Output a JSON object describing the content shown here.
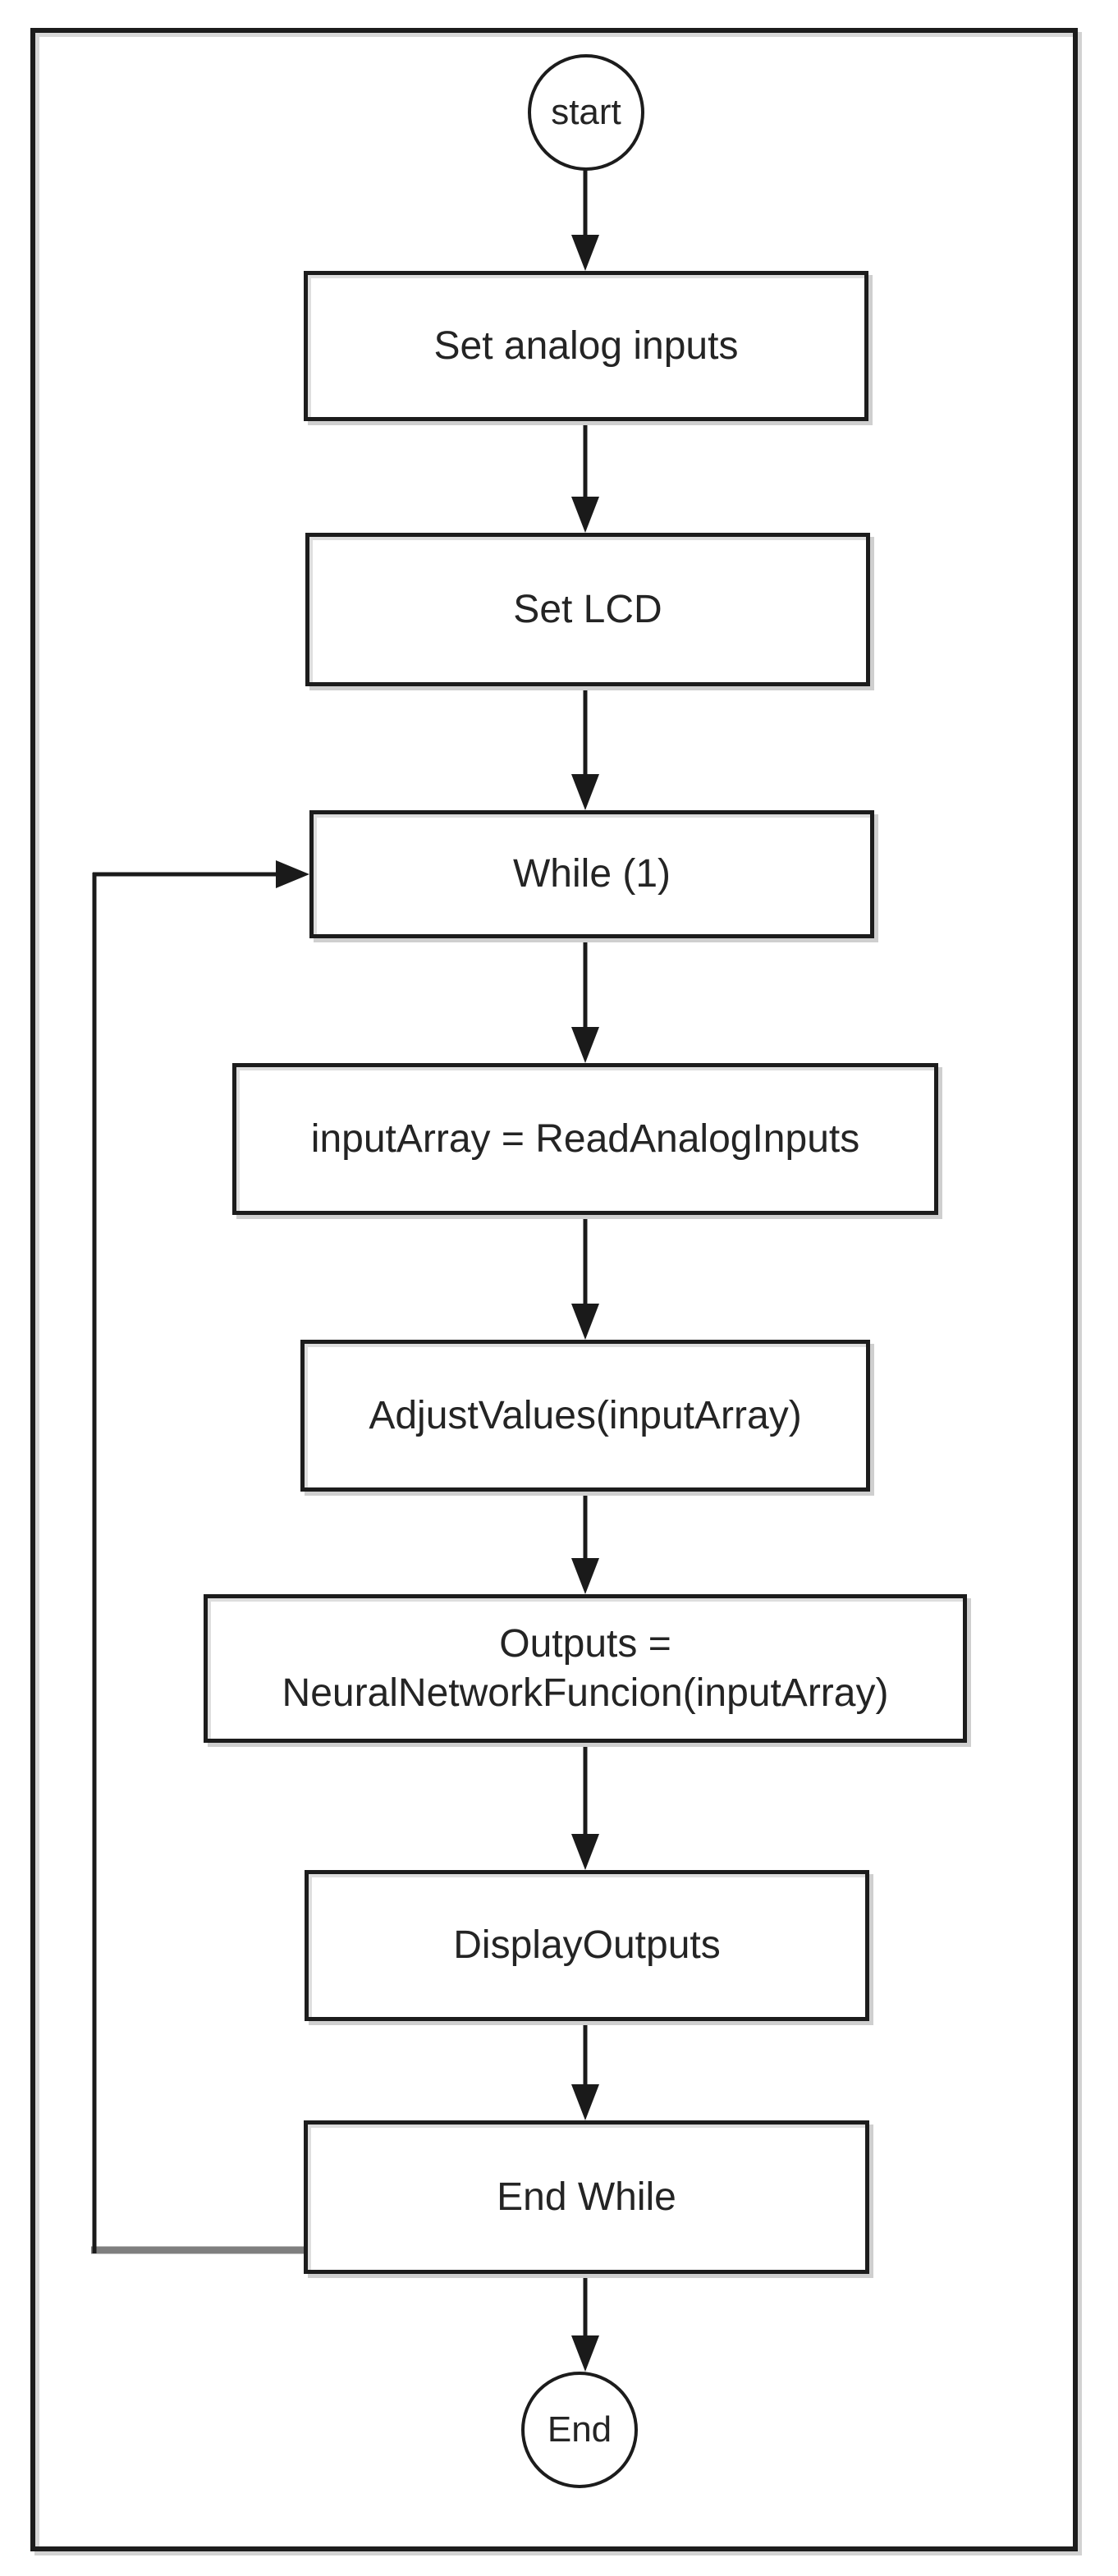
{
  "diagram": {
    "type": "flowchart",
    "colors": {
      "line": "#1a1a1a",
      "loop_return_gray": "#7f7f7f",
      "box_border": "#1c1c1c",
      "box_shadow": "#cfcfcf",
      "background": "#ffffff",
      "text": "#242424"
    },
    "nodes": [
      {
        "id": "start",
        "type": "terminator",
        "label": "start"
      },
      {
        "id": "set-analog-inputs",
        "type": "process",
        "label": "Set analog inputs"
      },
      {
        "id": "set-lcd",
        "type": "process",
        "label": "Set LCD"
      },
      {
        "id": "while",
        "type": "process",
        "label": "While (1)"
      },
      {
        "id": "read-analog",
        "type": "process",
        "label": "inputArray = ReadAnalogInputs"
      },
      {
        "id": "adjust-values",
        "type": "process",
        "label": "AdjustValues(inputArray)"
      },
      {
        "id": "neural-network",
        "type": "process",
        "label": "Outputs =\nNeuralNetworkFuncion(inputArray)"
      },
      {
        "id": "display-outputs",
        "type": "process",
        "label": "DisplayOutputs"
      },
      {
        "id": "end-while",
        "type": "process",
        "label": "End While"
      },
      {
        "id": "end",
        "type": "terminator",
        "label": "End"
      }
    ],
    "edges": [
      {
        "from": "start",
        "to": "set-analog-inputs"
      },
      {
        "from": "set-analog-inputs",
        "to": "set-lcd"
      },
      {
        "from": "set-lcd",
        "to": "while"
      },
      {
        "from": "while",
        "to": "read-analog"
      },
      {
        "from": "read-analog",
        "to": "adjust-values"
      },
      {
        "from": "adjust-values",
        "to": "neural-network"
      },
      {
        "from": "neural-network",
        "to": "display-outputs"
      },
      {
        "from": "display-outputs",
        "to": "end-while"
      },
      {
        "from": "end-while",
        "to": "while",
        "kind": "loop-back"
      },
      {
        "from": "end-while",
        "to": "end"
      }
    ]
  }
}
